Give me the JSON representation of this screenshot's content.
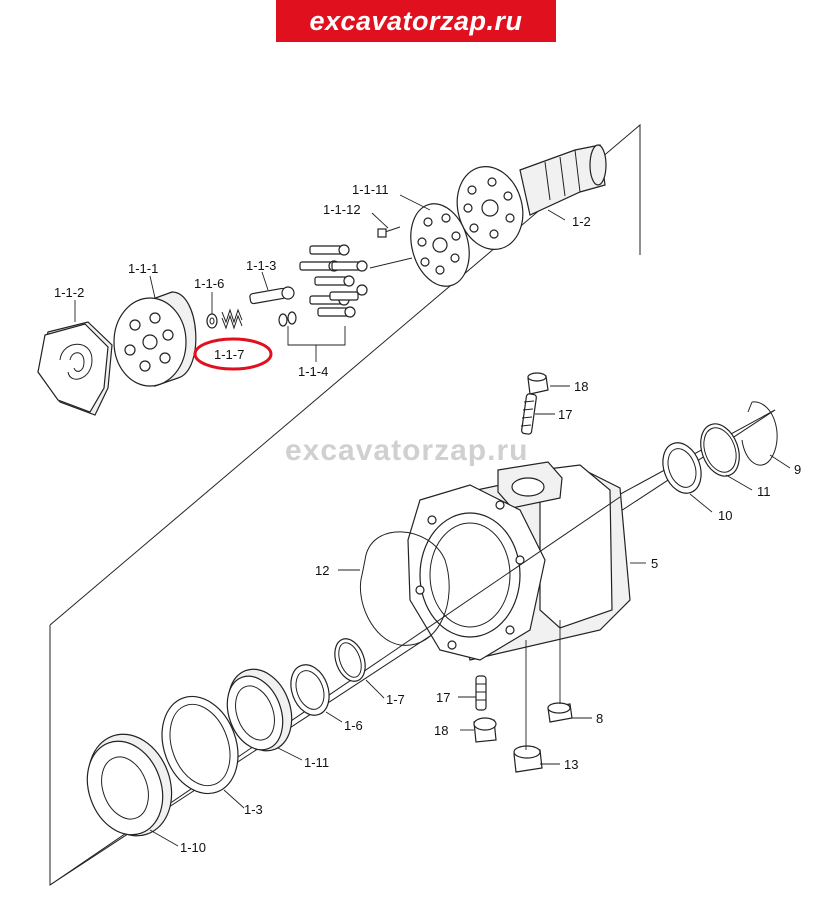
{
  "brand": {
    "banner_text": "excavatorzap.ru",
    "watermark_text": "excavatorzap.ru",
    "banner_color": "#e0101e"
  },
  "highlight": {
    "part_label": "1-1-7",
    "color": "#e0101e"
  },
  "labels": {
    "p1_1_11": "1-1-11",
    "p1_1_12": "1-1-12",
    "p1_2": "1-2",
    "p1_1_1": "1-1-1",
    "p1_1_6": "1-1-6",
    "p1_1_3": "1-1-3",
    "p1_1_2": "1-1-2",
    "p1_1_7": "1-1-7",
    "p1_1_4": "1-1-4",
    "p18_top": "18",
    "p17_top": "17",
    "p9": "9",
    "p11": "11",
    "p10": "10",
    "p5": "5",
    "p12": "12",
    "p1_7": "1-7",
    "p17_bottom": "17",
    "p18_bottom": "18",
    "p8": "8",
    "p1_6": "1-6",
    "p1_11": "1-11",
    "p13": "13",
    "p1_3": "1-3",
    "p1_10": "1-10"
  }
}
